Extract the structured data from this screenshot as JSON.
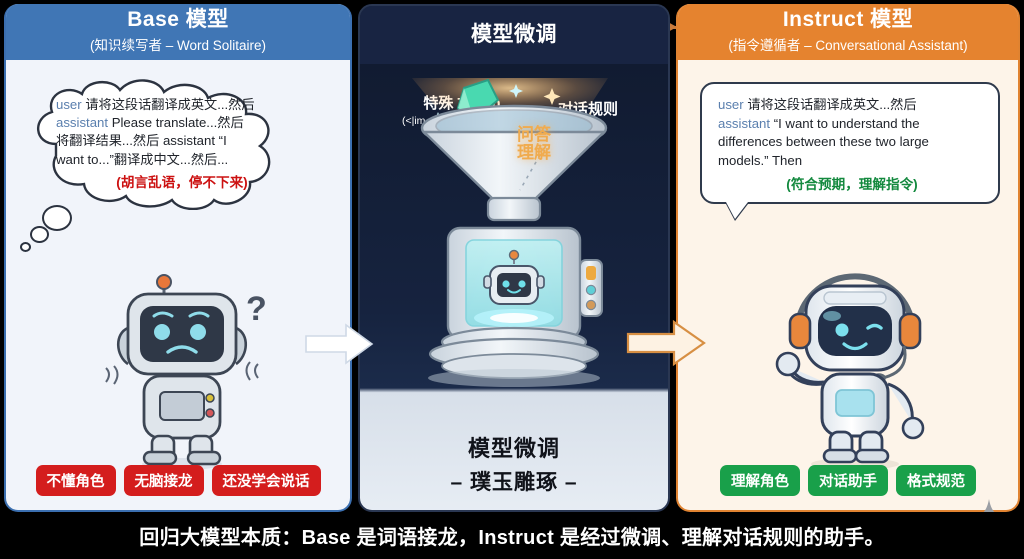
{
  "panels": {
    "base": {
      "title": "Base 模型",
      "subtitle": "(知识续写者 – Word Solitaire)",
      "header_bg": "#4076b5",
      "bubble": {
        "line1_role": "user",
        "line1_text": " 请将这段话翻译成英文...然后",
        "line2_role": "assistant",
        "line2_text": " Please translate...然后",
        "line3": "将翻译结果...然后 assistant “I",
        "line4": "want to...”翻译成中文...然后...",
        "note": "(胡言乱语，停不下来)",
        "note_color": "#cc1111"
      },
      "character": "confused-robot",
      "badges": [
        "不懂角色",
        "无脑接龙",
        "还没学会说话"
      ],
      "badge_color": "#d41d1d"
    },
    "tuning": {
      "title": "模型微调",
      "header_bg": "#182442",
      "label_token_title": "特殊 Token",
      "label_token_sub": "(<|im_start|>, <|im_end|>)",
      "label_rules": "对话规则",
      "label_funnel_line1": "问答",
      "label_funnel_line2": "理解",
      "label_funnel_color": "#f0ab4e",
      "character": "funnel-machine-with-robot",
      "foot_line1": "模型微调",
      "foot_line2": "– 璞玉雕琢 –"
    },
    "instruct": {
      "title": "Instruct 模型",
      "subtitle": "(指令遵循者 – Conversational Assistant)",
      "header_bg": "#e5832f",
      "bubble": {
        "line1_role": "user",
        "line1_text": " 请将这段话翻译成英文...然后",
        "line2_role": "assistant",
        "line2_text": " “I want to understand the",
        "line3": "differences between these two large",
        "line4": "models.” Then",
        "note": "(符合预期，理解指令)",
        "note_color": "#13893e"
      },
      "character": "headset-assistant-robot",
      "badges": [
        "理解角色",
        "对话助手",
        "格式规范"
      ],
      "badge_color": "#19a04a"
    }
  },
  "arrows": {
    "header_in_color": "#4d7fc4",
    "header_out_color": "#c87b3c",
    "big_left_fill": "#ffffff",
    "big_right_fill": "#fdf2e3",
    "big_right_stroke": "#d78f43"
  },
  "caption": {
    "text": "回归大模型本质：Base 是词语接龙，Instruct 是经过微调、理解对话规则的助手。",
    "bg": "#000000",
    "color": "#ffffff"
  },
  "sparkle": {
    "name": "sparkle-diamond",
    "color": "#9a9ea4"
  }
}
